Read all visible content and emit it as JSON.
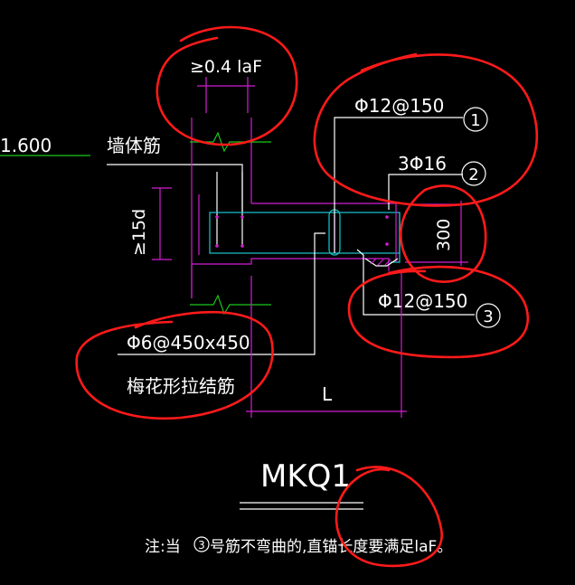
{
  "colors": {
    "background": "#000000",
    "text": "#ffffff",
    "rebar": "#d21ed2",
    "wall_outline": "#19c8d2",
    "level_line": "#19c819",
    "markup": "#ff1a1a"
  },
  "drawing": {
    "level_mark": "1.600",
    "wall_rebar_label": "墙体筋",
    "anchor_length_label": "≥0.4 laF",
    "top_bar_label": "Φ12@150",
    "corner_bar_label": "3Φ16",
    "bottom_bar_label": "Φ12@150",
    "callout_1": "1",
    "callout_2": "2",
    "callout_3": "3",
    "depth_dimension": "300",
    "hook_dimension": "≥15d",
    "tie_bar_spec": "Φ6@450x450",
    "tie_bar_name": "梅花形拉结筋",
    "length_dimension": "L",
    "detail_title": "MKQ1",
    "note_prefix": "注:当",
    "note_circle": "3",
    "note_text": "号筋不弯曲的,直锚长度要满足laF。"
  }
}
